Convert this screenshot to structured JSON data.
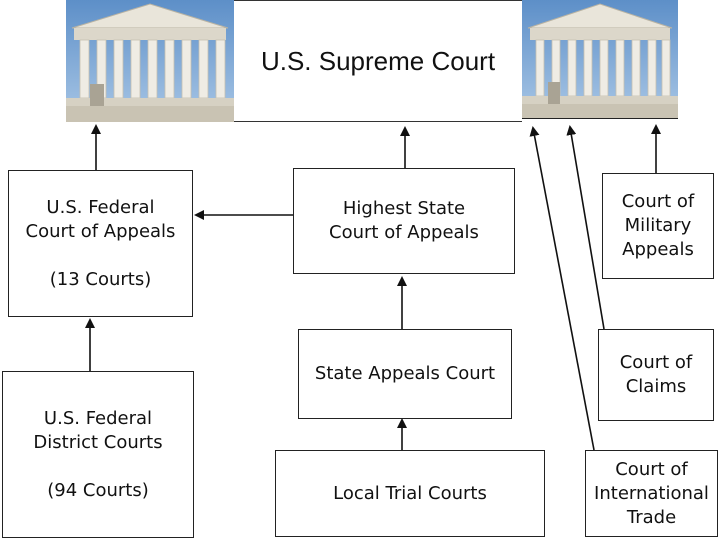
{
  "supreme": {
    "title": "U.S. Supreme Court"
  },
  "federal_appeals": {
    "line1": "U.S. Federal",
    "line2": "Court of Appeals",
    "count": "(13 Courts)"
  },
  "federal_district": {
    "line1": "U.S. Federal",
    "line2": "District Courts",
    "count": "(94 Courts)"
  },
  "highest_state": {
    "line1": "Highest State",
    "line2": "Court of Appeals"
  },
  "state_appeals": {
    "label": "State Appeals Court"
  },
  "local_trial": {
    "label": "Local Trial Courts"
  },
  "military": {
    "line1": "Court of",
    "line2": "Military",
    "line3": "Appeals"
  },
  "claims": {
    "line1": "Court of",
    "line2": "Claims"
  },
  "international_trade": {
    "line1": "Court of",
    "line2": "International",
    "line3": "Trade"
  },
  "colors": {
    "line": "#111111",
    "sky": "#6f9fd2",
    "marble": "#e6e2d8"
  }
}
